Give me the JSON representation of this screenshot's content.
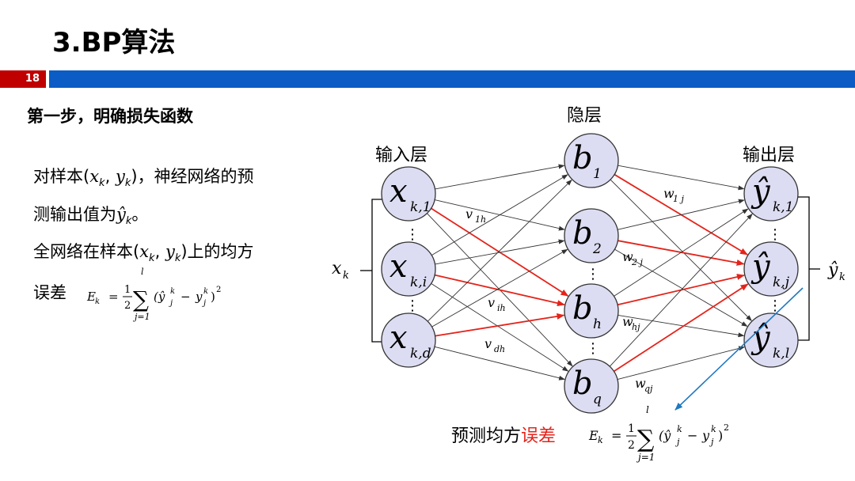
{
  "slide": {
    "title": "3.BP算法",
    "page_number": "18",
    "step_heading": "第一步，明确损失函数",
    "text": {
      "line1_a": "对样本(",
      "line1_x": "x",
      "line1_xs": "k",
      "line1_c": ", ",
      "line1_y": "y",
      "line1_ys": "k",
      "line1_b": ")，神经网络的预",
      "line2_a": "测输出值为",
      "line2_y": "ŷ",
      "line2_ys": "k",
      "line2_b": "。",
      "line3_a": "全网络在样本(",
      "line3_x": "x",
      "line3_xs": "k",
      "line3_c": ", ",
      "line3_y": "y",
      "line3_ys": "k",
      "line3_b": ")上的均方",
      "line4_a": "误差"
    },
    "formula": {
      "lhs": "E",
      "lhs_sub": "k",
      "eq": "=",
      "frac_num": "1",
      "frac_den": "2",
      "sum_top": "l",
      "sum_bottom": "j=1",
      "sum_sign": "∑",
      "body": "(ŷ",
      "body_sup1": "k",
      "body_sub1": "j",
      "minus": "−",
      "y": "y",
      "body_sup2": "k",
      "body_sub2": "j",
      "close": ")",
      "power": "2"
    }
  },
  "network": {
    "hidden_label": "隐层",
    "input_label": "输入层",
    "output_label": "输出层",
    "input_nodes": [
      {
        "main": "x",
        "sub": "k,1"
      },
      {
        "main": "x",
        "sub": "k,i"
      },
      {
        "main": "x",
        "sub": "k,d"
      }
    ],
    "hidden_nodes": [
      {
        "main": "b",
        "sub": "1"
      },
      {
        "main": "b",
        "sub": "2"
      },
      {
        "main": "b",
        "sub": "h"
      },
      {
        "main": "b",
        "sub": "q"
      }
    ],
    "output_nodes": [
      {
        "main": "ŷ",
        "sub": "k,1"
      },
      {
        "main": "ŷ",
        "sub": "k,j"
      },
      {
        "main": "ŷ",
        "sub": "k,l"
      }
    ],
    "input_weights": [
      {
        "main": "v",
        "sub": "1h"
      },
      {
        "main": "v",
        "sub": "ih"
      },
      {
        "main": "v",
        "sub": "dh"
      }
    ],
    "output_weights": [
      {
        "main": "w",
        "sub": "1 j"
      },
      {
        "main": "w",
        "sub": "2 j"
      },
      {
        "main": "w",
        "sub": "hj"
      },
      {
        "main": "w",
        "sub": "qj"
      }
    ],
    "input_vector": {
      "main": "x",
      "sub": "k"
    },
    "output_vector": {
      "main": "ŷ",
      "sub": "k"
    },
    "dots": "⋮",
    "prediction_label_a": "预测均方",
    "prediction_label_b": "误差",
    "node_fill": "#dcdcf2",
    "highlight_color": "#e3241b",
    "arrow_color": "#1f78c1"
  }
}
